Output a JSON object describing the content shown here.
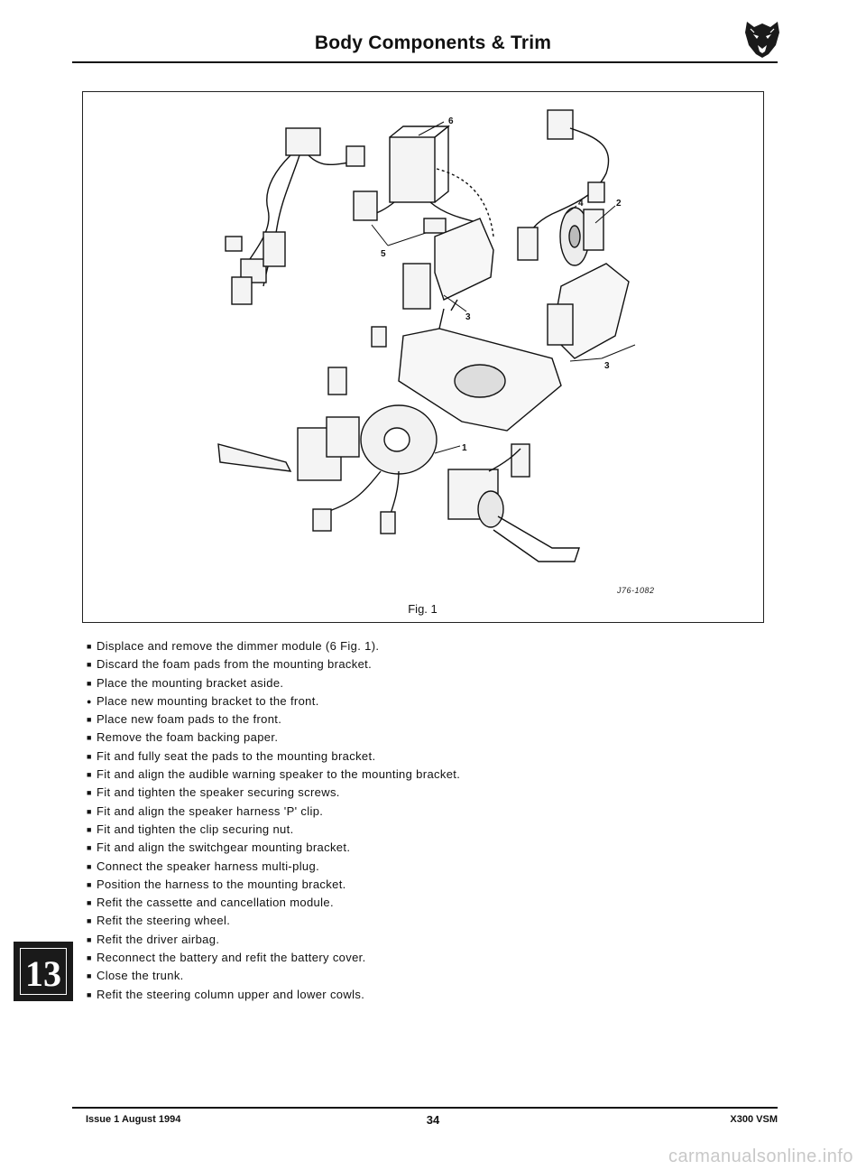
{
  "header": {
    "title": "Body Components & Trim",
    "logo_icon": "jaguar-head-emblem"
  },
  "figure": {
    "reference": "J76-1082",
    "caption": "Fig. 1",
    "callouts": [
      "6",
      "5",
      "3",
      "4",
      "2",
      "3",
      "1"
    ]
  },
  "steps": [
    {
      "bullet": "■",
      "text": "Displace and remove the dimmer module (6 Fig. 1)."
    },
    {
      "bullet": "■",
      "text": "Discard the foam pads from the mounting bracket."
    },
    {
      "bullet": "■",
      "text": "Place the mounting bracket aside."
    },
    {
      "bullet": "●",
      "text": "Place new mounting bracket to the front."
    },
    {
      "bullet": "■",
      "text": "Place new foam pads to the front."
    },
    {
      "bullet": "■",
      "text": "Remove the foam backing paper."
    },
    {
      "bullet": "■",
      "text": "Fit and fully seat the pads to the mounting bracket."
    },
    {
      "bullet": "■",
      "text": "Fit and align the audible warning speaker to the mounting bracket."
    },
    {
      "bullet": "■",
      "text": "Fit and tighten the speaker securing screws."
    },
    {
      "bullet": "■",
      "text": "Fit and align the speaker harness 'P' clip."
    },
    {
      "bullet": "■",
      "text": "Fit and tighten the clip securing nut."
    },
    {
      "bullet": "■",
      "text": "Fit and align the switchgear mounting bracket."
    },
    {
      "bullet": "■",
      "text": "Connect the speaker harness multi-plug."
    },
    {
      "bullet": "■",
      "text": "Position the harness to the mounting bracket."
    },
    {
      "bullet": "■",
      "text": "Refit the cassette and cancellation module."
    },
    {
      "bullet": "■",
      "text": "Refit the steering wheel."
    },
    {
      "bullet": "■",
      "text": "Refit the driver airbag."
    },
    {
      "bullet": "■",
      "text": "Reconnect the battery and refit the battery cover."
    },
    {
      "bullet": "■",
      "text": "Close the trunk."
    },
    {
      "bullet": "■",
      "text": "Refit the steering column upper and lower cowls."
    }
  ],
  "side_tab": {
    "label": "13"
  },
  "footer": {
    "issue": "Issue 1 August 1994",
    "page_number": "34",
    "manual": "X300 VSM"
  },
  "watermark": "carmanualsonline.info"
}
